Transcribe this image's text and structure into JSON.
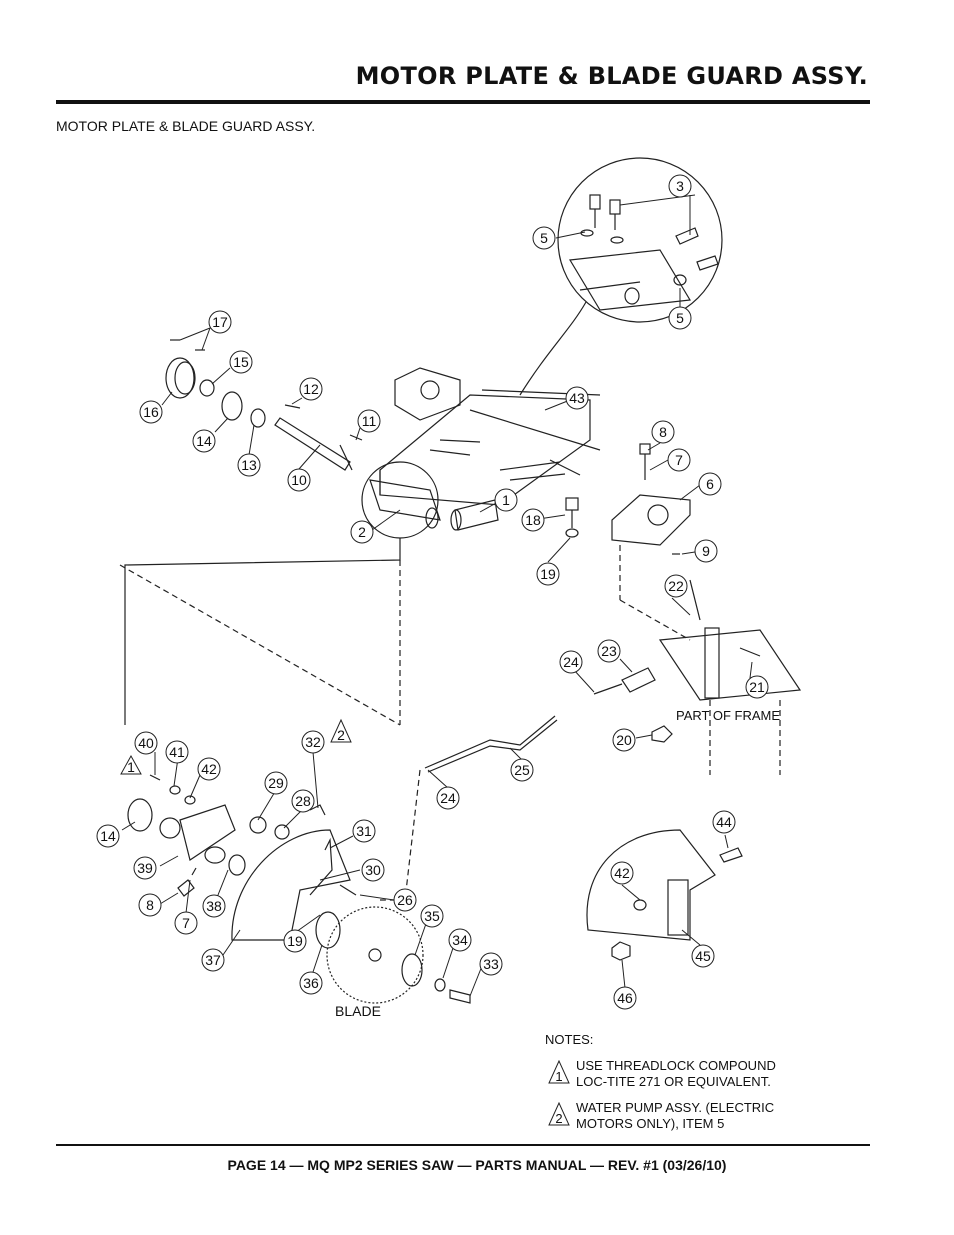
{
  "header": {
    "title": "MOTOR PLATE & BLADE GUARD ASSY."
  },
  "subtitle": "MOTOR PLATE & BLADE GUARD ASSY.",
  "callouts": {
    "c1": "1",
    "c2": "2",
    "c3": "3",
    "c5a": "5",
    "c5b": "5",
    "c6": "6",
    "c7a": "7",
    "c7b": "7",
    "c8a": "8",
    "c8b": "8",
    "c9": "9",
    "c10": "10",
    "c11": "11",
    "c12": "12",
    "c13": "13",
    "c14a": "14",
    "c14b": "14",
    "c15": "15",
    "c16": "16",
    "c17": "17",
    "c18": "18",
    "c19a": "19",
    "c19b": "19",
    "c20": "20",
    "c21": "21",
    "c22": "22",
    "c23": "23",
    "c24a": "24",
    "c24b": "24",
    "c25": "25",
    "c26": "26",
    "c28": "28",
    "c29": "29",
    "c30": "30",
    "c31": "31",
    "c32": "32",
    "c33": "33",
    "c34": "34",
    "c35": "35",
    "c36": "36",
    "c37": "37",
    "c38": "38",
    "c39": "39",
    "c40": "40",
    "c41": "41",
    "c42a": "42",
    "c42b": "42",
    "c43": "43",
    "c44": "44",
    "c45": "45",
    "c46": "46"
  },
  "tri_marks": {
    "t1": "1",
    "t2": "2"
  },
  "labels": {
    "blade": "BLADE",
    "part_of_frame": "PART OF FRAME"
  },
  "notes": {
    "title": "NOTES:",
    "items": [
      {
        "mark": "1",
        "line1": "USE THREADLOCK COMPOUND",
        "line2": "LOC-TITE 271 OR EQUIVALENT."
      },
      {
        "mark": "2",
        "line1": "WATER PUMP ASSY. (ELECTRIC",
        "line2": "MOTORS ONLY), ITEM 5"
      }
    ]
  },
  "footer": "PAGE 14 — MQ MP2 SERIES SAW — PARTS MANUAL — REV. #1  (03/26/10)"
}
